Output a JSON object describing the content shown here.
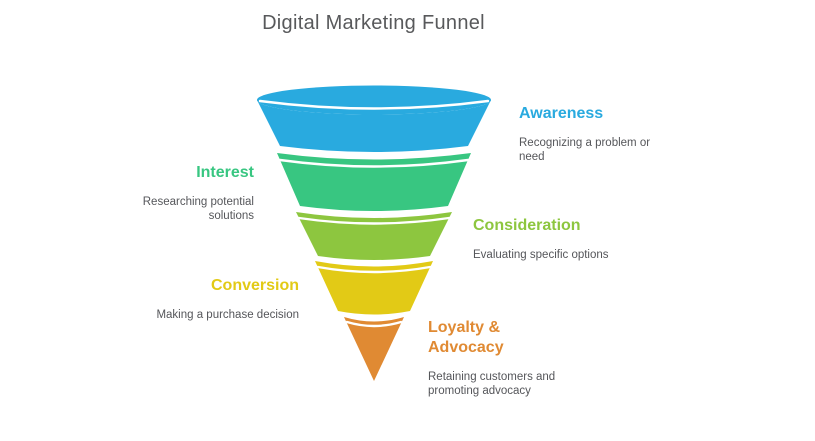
{
  "title": "Digital Marketing Funnel",
  "colors": {
    "background": "#ffffff",
    "title_text": "#58595B",
    "description_text": "#55565A",
    "rim_highlight": "#ffffff"
  },
  "stages": [
    {
      "name": "Awareness",
      "description": "Recognizing a problem or need",
      "color": "#29AADF",
      "label_side": "right"
    },
    {
      "name": "Interest",
      "description": "Researching potential solutions",
      "color": "#38C681",
      "label_side": "left"
    },
    {
      "name": "Consideration",
      "description": "Evaluating specific options",
      "color": "#8DC63F",
      "label_side": "right"
    },
    {
      "name": "Conversion",
      "description": "Making a purchase decision",
      "color": "#E2CA16",
      "label_side": "left"
    },
    {
      "name": "Loyalty & Advocacy",
      "description": "Retaining customers and promoting advocacy",
      "color": "#E08A33",
      "label_side": "right"
    }
  ],
  "chart_data": {
    "type": "funnel",
    "title": "Digital Marketing Funnel",
    "categories": [
      "Awareness",
      "Interest",
      "Consideration",
      "Conversion",
      "Loyalty & Advocacy"
    ],
    "descriptions": [
      "Recognizing a problem or need",
      "Researching potential solutions",
      "Evaluating specific options",
      "Making a purchase decision",
      "Retaining customers and promoting advocacy"
    ]
  }
}
